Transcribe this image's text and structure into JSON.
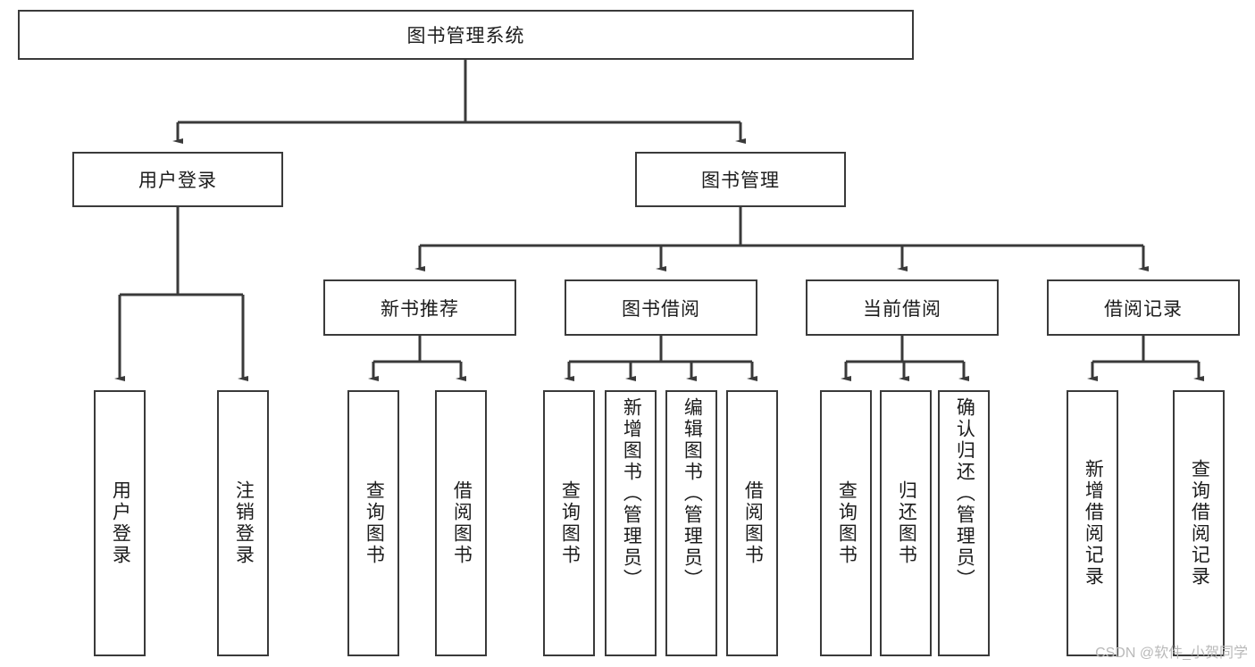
{
  "diagram": {
    "type": "tree-hierarchy",
    "title": "图书管理系统",
    "watermark": "CSDN @软件_小贺同学",
    "colors": {
      "border": "#3a3a3a",
      "background": "#ffffff",
      "text": "#1c1c1c",
      "watermark": "#b9b9b9"
    },
    "root": {
      "label": "图书管理系统"
    },
    "level2": [
      {
        "label": "用户登录"
      },
      {
        "label": "图书管理"
      }
    ],
    "level3": [
      {
        "label": "新书推荐"
      },
      {
        "label": "图书借阅"
      },
      {
        "label": "当前借阅"
      },
      {
        "label": "借阅记录"
      }
    ],
    "leaves": {
      "user_login": [
        {
          "label": "用户登录"
        },
        {
          "label": "注销登录"
        }
      ],
      "new_book": [
        {
          "label": "查询图书"
        },
        {
          "label": "借阅图书"
        }
      ],
      "book_borrow": [
        {
          "label": "查询图书"
        },
        {
          "label": "新增图书（管理员）"
        },
        {
          "label": "编辑图书（管理员）"
        },
        {
          "label": "借阅图书"
        }
      ],
      "current_borrow": [
        {
          "label": "查询图书"
        },
        {
          "label": "归还图书"
        },
        {
          "label": "确认归还（管理员）"
        }
      ],
      "borrow_record": [
        {
          "label": "新增借阅记录"
        },
        {
          "label": "查询借阅记录"
        }
      ]
    }
  }
}
